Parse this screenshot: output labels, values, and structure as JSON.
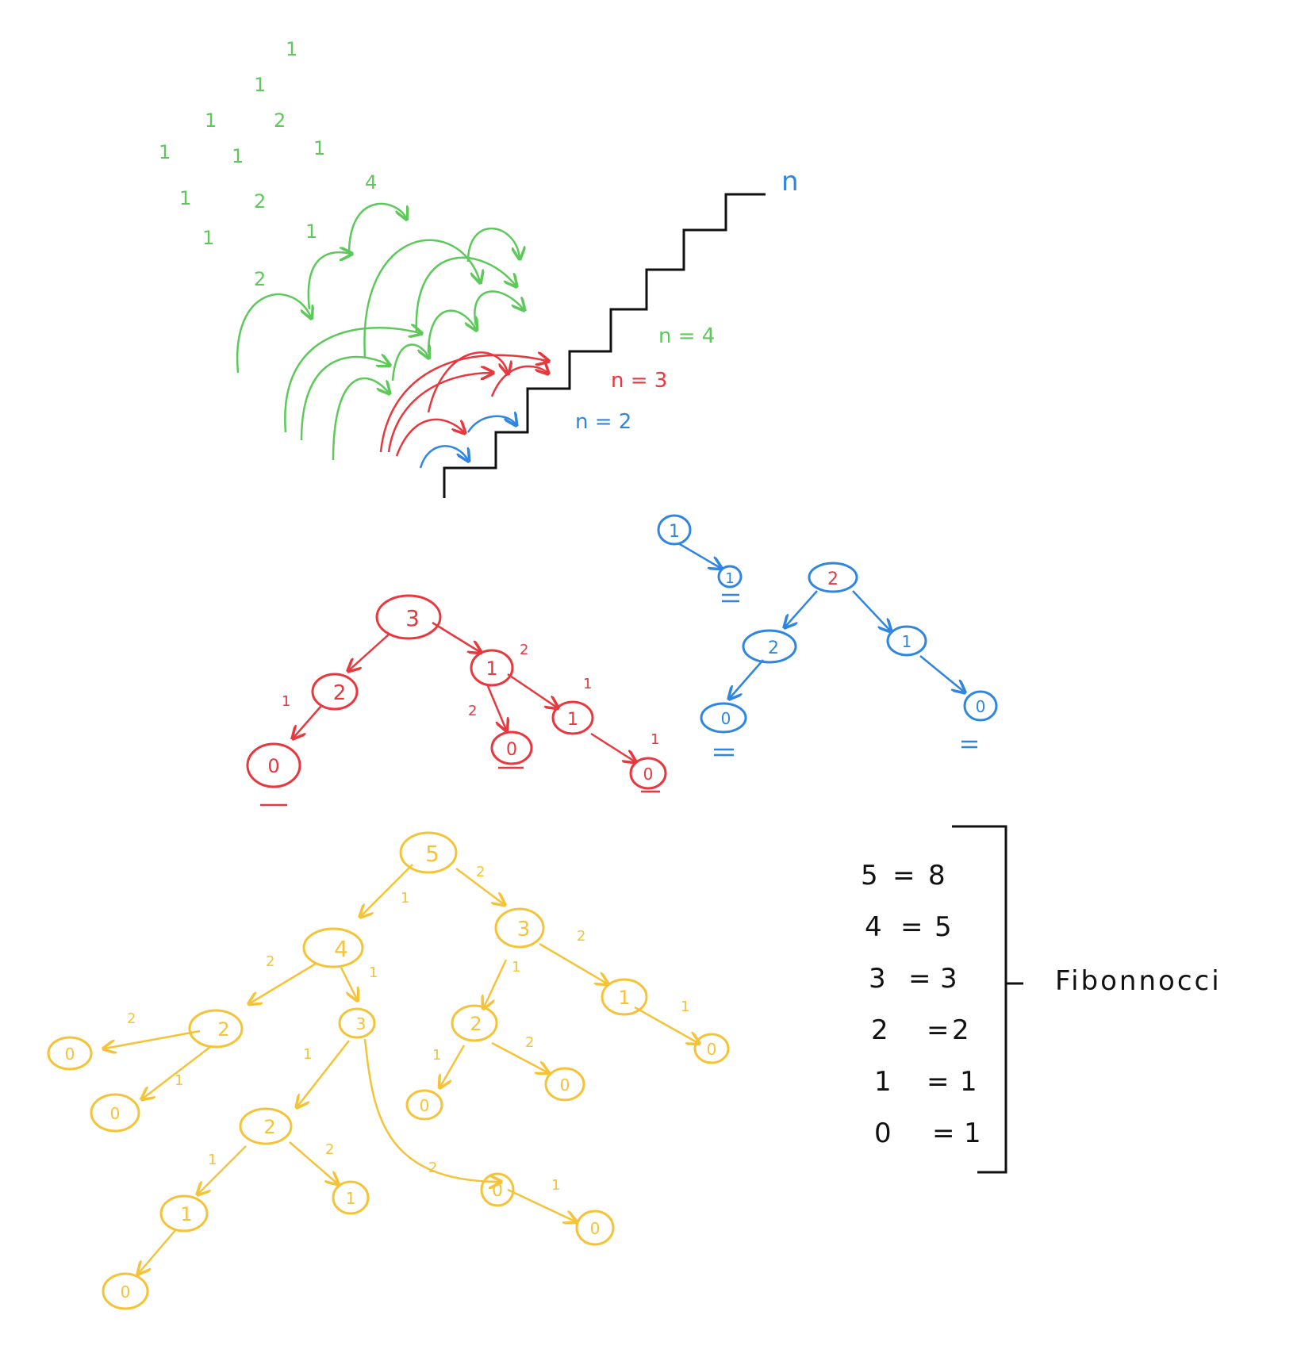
{
  "colors": {
    "green": "#5cc95a",
    "red": "#e8373d",
    "blue": "#2f86e0",
    "yellow": "#f5c338",
    "black": "#111111"
  },
  "stairs": {
    "top_label": "n",
    "legend": [
      {
        "text": "n = 4",
        "color": "green"
      },
      {
        "text": "n = 3",
        "color": "red"
      },
      {
        "text": "n = 2",
        "color": "blue"
      }
    ]
  },
  "green_scribbles": [
    "1",
    "1",
    "1",
    "2",
    "1",
    "1",
    "1",
    "2",
    "1",
    "4",
    "1",
    "2",
    "1"
  ],
  "blue_small_tree": {
    "nodes": [
      {
        "id": "a",
        "label": "1"
      },
      {
        "id": "b",
        "label": "1"
      }
    ]
  },
  "blue_tree": {
    "nodes": [
      {
        "id": "r",
        "label": "2"
      },
      {
        "id": "l",
        "label": "2"
      },
      {
        "id": "rr",
        "label": "1"
      },
      {
        "id": "ll",
        "label": "0"
      },
      {
        "id": "rrr",
        "label": "0"
      }
    ]
  },
  "red_tree": {
    "nodes": [
      {
        "id": "r",
        "label": "3"
      },
      {
        "id": "l",
        "label": "2"
      },
      {
        "id": "m",
        "label": "1"
      },
      {
        "id": "ll",
        "label": "0"
      },
      {
        "id": "mm",
        "label": "0"
      },
      {
        "id": "mr",
        "label": "1"
      },
      {
        "id": "mrr",
        "label": "0"
      }
    ],
    "edge_labels": [
      "1",
      "2",
      "2",
      "1",
      "1"
    ]
  },
  "yellow_tree": {
    "nodes": [
      {
        "id": "root",
        "label": "5"
      },
      {
        "id": "n4",
        "label": "4"
      },
      {
        "id": "n3",
        "label": "3"
      },
      {
        "id": "n2a",
        "label": "2"
      },
      {
        "id": "n3b",
        "label": "3"
      },
      {
        "id": "n2b",
        "label": "2"
      },
      {
        "id": "n1a",
        "label": "1"
      },
      {
        "id": "z1",
        "label": "0"
      },
      {
        "id": "z2",
        "label": "0"
      },
      {
        "id": "n2c",
        "label": "2"
      },
      {
        "id": "n1b",
        "label": "1"
      },
      {
        "id": "z3",
        "label": "0"
      },
      {
        "id": "n1c",
        "label": "1"
      },
      {
        "id": "z4",
        "label": "0"
      },
      {
        "id": "z5",
        "label": "0"
      },
      {
        "id": "z6",
        "label": "0"
      },
      {
        "id": "z7",
        "label": "0"
      },
      {
        "id": "z8",
        "label": "0"
      }
    ],
    "edge_labels": [
      "1",
      "2",
      "2",
      "1",
      "2",
      "1",
      "1",
      "2",
      "1",
      "2",
      "1",
      "2",
      "1",
      "1",
      "2",
      "1"
    ]
  },
  "fib_table": {
    "rows": [
      {
        "n": "5",
        "eq": "=",
        "v": "8"
      },
      {
        "n": "4",
        "eq": "=",
        "v": "5"
      },
      {
        "n": "3",
        "eq": "=",
        "v": "3"
      },
      {
        "n": "2",
        "eq": "=",
        "v": "2"
      },
      {
        "n": "1",
        "eq": "=",
        "v": "1"
      },
      {
        "n": "0",
        "eq": "=",
        "v": "1"
      }
    ],
    "label": "Fibonnocci"
  }
}
